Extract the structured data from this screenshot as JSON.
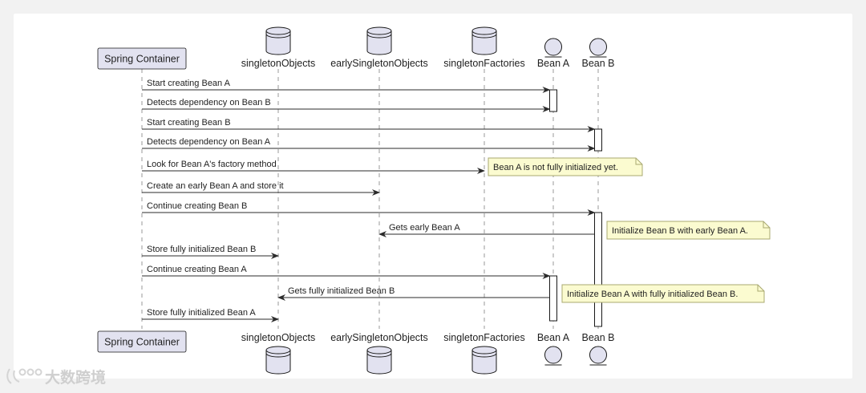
{
  "diagram": {
    "participants": [
      {
        "id": "container",
        "label": "Spring Container",
        "kind": "box"
      },
      {
        "id": "so",
        "label": "singletonObjects",
        "kind": "database"
      },
      {
        "id": "eso",
        "label": "earlySingletonObjects",
        "kind": "database"
      },
      {
        "id": "sf",
        "label": "singletonFactories",
        "kind": "database"
      },
      {
        "id": "beanA",
        "label": "Bean A",
        "kind": "entity"
      },
      {
        "id": "beanB",
        "label": "Bean B",
        "kind": "entity"
      }
    ],
    "messages": [
      {
        "from": "container",
        "to": "beanA",
        "label": "Start creating Bean A"
      },
      {
        "from": "container",
        "to": "beanA",
        "label": "Detects dependency on Bean B"
      },
      {
        "from": "container",
        "to": "beanB",
        "label": "Start creating Bean B"
      },
      {
        "from": "container",
        "to": "beanB",
        "label": "Detects dependency on Bean A"
      },
      {
        "from": "container",
        "to": "sf",
        "label": "Look for Bean A's factory method"
      },
      {
        "from": "container",
        "to": "eso",
        "label": "Create an early Bean A and store it"
      },
      {
        "from": "container",
        "to": "beanB",
        "label": "Continue creating Bean B"
      },
      {
        "from": "beanB",
        "to": "eso",
        "label": "Gets early Bean A"
      },
      {
        "from": "container",
        "to": "so",
        "label": "Store fully initialized Bean B"
      },
      {
        "from": "container",
        "to": "beanA",
        "label": "Continue creating Bean A"
      },
      {
        "from": "beanA",
        "to": "so",
        "label": "Gets fully initialized Bean B"
      },
      {
        "from": "container",
        "to": "so",
        "label": "Store fully initialized Bean A"
      }
    ],
    "notes": [
      {
        "near": "sf",
        "after_message": 4,
        "text": "Bean A is not fully initialized yet."
      },
      {
        "near": "beanB",
        "after_message": 7,
        "text": "Initialize Bean B with early Bean A."
      },
      {
        "near": "beanA",
        "after_message": 10,
        "text": "Initialize Bean A with fully initialized Bean B."
      }
    ],
    "colors": {
      "participant_fill": "#e2e2f0",
      "participant_stroke": "#181818",
      "note_fill": "#fbfbd0",
      "note_stroke": "#a8a870",
      "line": "#2b2b2b"
    }
  },
  "watermark": {
    "text": "大数跨境"
  }
}
